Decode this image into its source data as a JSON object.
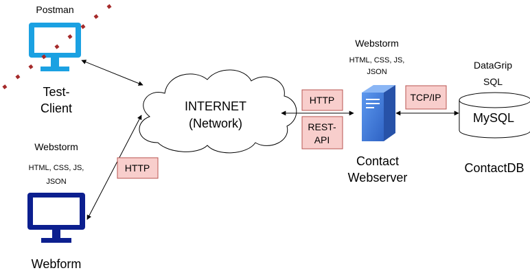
{
  "test_client": {
    "tool": "Postman",
    "label_line1": "Test-",
    "label_line2": "Client"
  },
  "webform": {
    "tool": "Webstorm",
    "tech_line1": "HTML, CSS, JS,",
    "tech_line2": "JSON",
    "label": "Webform"
  },
  "internet": {
    "label_line1": "INTERNET",
    "label_line2": "(Network)"
  },
  "webserver": {
    "tool": "Webstorm",
    "tech_line1": "HTML, CSS, JS,",
    "tech_line2": "JSON",
    "label_line1": "Contact",
    "label_line2": "Webserver"
  },
  "database": {
    "tool_line1": "DataGrip",
    "tool_line2": "SQL",
    "engine": "MySQL",
    "label": "ContactDB"
  },
  "protocols": {
    "webform_link": "HTTP",
    "server_http": "HTTP",
    "server_rest_line1": "REST-",
    "server_rest_line2": "API",
    "db_link": "TCP/IP"
  },
  "colors": {
    "test_client_monitor": "#1ba1e2",
    "webform_monitor": "#0c1f8f",
    "server_blue": "#3d7be0",
    "protocol_fill": "#f8cecc",
    "protocol_stroke": "#b85450",
    "strike_line": "#a52a2a"
  }
}
